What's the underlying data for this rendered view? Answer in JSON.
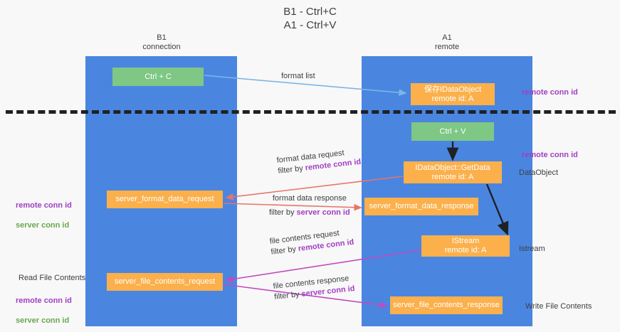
{
  "diagram": {
    "title": "B1 - Ctrl+C\nA1 - Ctrl+V",
    "lanes": [
      {
        "name": "b1",
        "header": "B1\nconnection",
        "color": "#4a86e0"
      },
      {
        "name": "a1",
        "header": "A1\nremote",
        "color": "#4a86e0"
      }
    ],
    "colors": {
      "lane": "#4a86e0",
      "green_node": "#7ec785",
      "orange_node": "#fbb04c",
      "remote_conn_id": "#a13fc4",
      "server_conn_id": "#6aa84f",
      "format_arrow": "#e8736a",
      "file_arrow": "#c04bc0",
      "format_list_arrow": "#7cb6e8",
      "black_arrow": "#202124",
      "background": "#f8f8f8"
    },
    "nodes": [
      {
        "id": "ctrl-c",
        "label": "Ctrl + C",
        "style": "green"
      },
      {
        "id": "save-idataobject",
        "label": "保存IDataObject\nremote id: A",
        "style": "orange"
      },
      {
        "id": "ctrl-v",
        "label": "Ctrl + V",
        "style": "green"
      },
      {
        "id": "idataobject-getdata",
        "label": "IDataObject::GetData\nremote id: A",
        "style": "orange"
      },
      {
        "id": "server-format-data-request",
        "label": "server_format_data_request",
        "style": "orange"
      },
      {
        "id": "server-format-data-response",
        "label": "server_format_data_response",
        "style": "orange"
      },
      {
        "id": "istream",
        "label": "IStream\nremote id: A",
        "style": "orange"
      },
      {
        "id": "server-file-contents-request",
        "label": "server_file_contents_request",
        "style": "orange"
      },
      {
        "id": "server-file-contents-response",
        "label": "server_file_contents_response",
        "style": "orange"
      }
    ],
    "edge_labels": {
      "format_list": "format list",
      "format_data_request": "format data request",
      "format_data_request_filter_prefix": "filter by ",
      "format_data_request_filter_value": "remote conn id",
      "format_data_response": "format data response",
      "format_data_response_filter_prefix": "filter by ",
      "format_data_response_filter_value": "server conn id",
      "file_contents_request": "file contents request",
      "file_contents_request_filter_prefix": "filter by ",
      "file_contents_request_filter_value": "remote conn id",
      "file_contents_response": "file contents response",
      "file_contents_response_filter_prefix": "filter by ",
      "file_contents_response_filter_value": "server conn id"
    },
    "annotations": {
      "remote_conn_id_top": "remote conn id",
      "remote_conn_id_mid": "remote conn id",
      "dataobject": "DataObject",
      "istream": "Istream",
      "write_file_contents": "Write File Contents",
      "read_file_contents": "Read File Contents",
      "left_remote_conn_id_1": "remote conn id",
      "left_server_conn_id_1": "server conn id",
      "left_remote_conn_id_2": "remote conn id",
      "left_server_conn_id_2": "server conn id"
    }
  }
}
